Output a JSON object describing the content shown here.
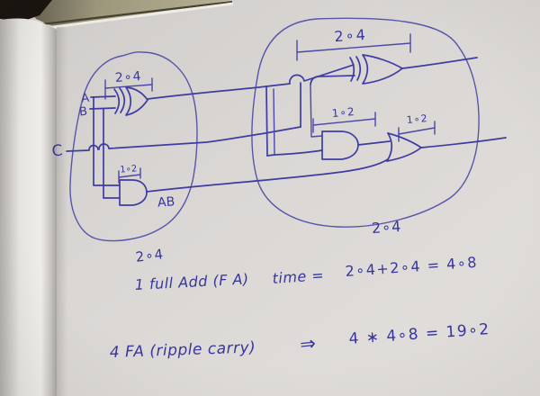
{
  "colors": {
    "ink": "#3e3ca2",
    "paper": "#dad7d5",
    "desk_fabric": "#a79f82",
    "edge_shadow": "#16110c",
    "page_curl_highlight": "#eeece6"
  },
  "circuit": {
    "left_block": {
      "inputs": {
        "a": "A",
        "b": "B",
        "c": "C"
      },
      "xor_delay": "2∘4",
      "and_delay": "1∘2",
      "and_output": "AB",
      "block_delay": "2∘4"
    },
    "right_block": {
      "xor_delay": "2∘4",
      "and_delay": "1∘2",
      "or_delay": "1∘2",
      "block_delay": "2∘4"
    }
  },
  "notes": {
    "line1": {
      "label": "1 full Add (F A)",
      "time_label": "time =",
      "equation": "2∘4+2∘4 = 4∘8"
    },
    "line2": {
      "label": "4 FA (ripple carry)",
      "arrow": "⇒",
      "equation": "4 ∗ 4∘8 = 19∘2"
    }
  }
}
